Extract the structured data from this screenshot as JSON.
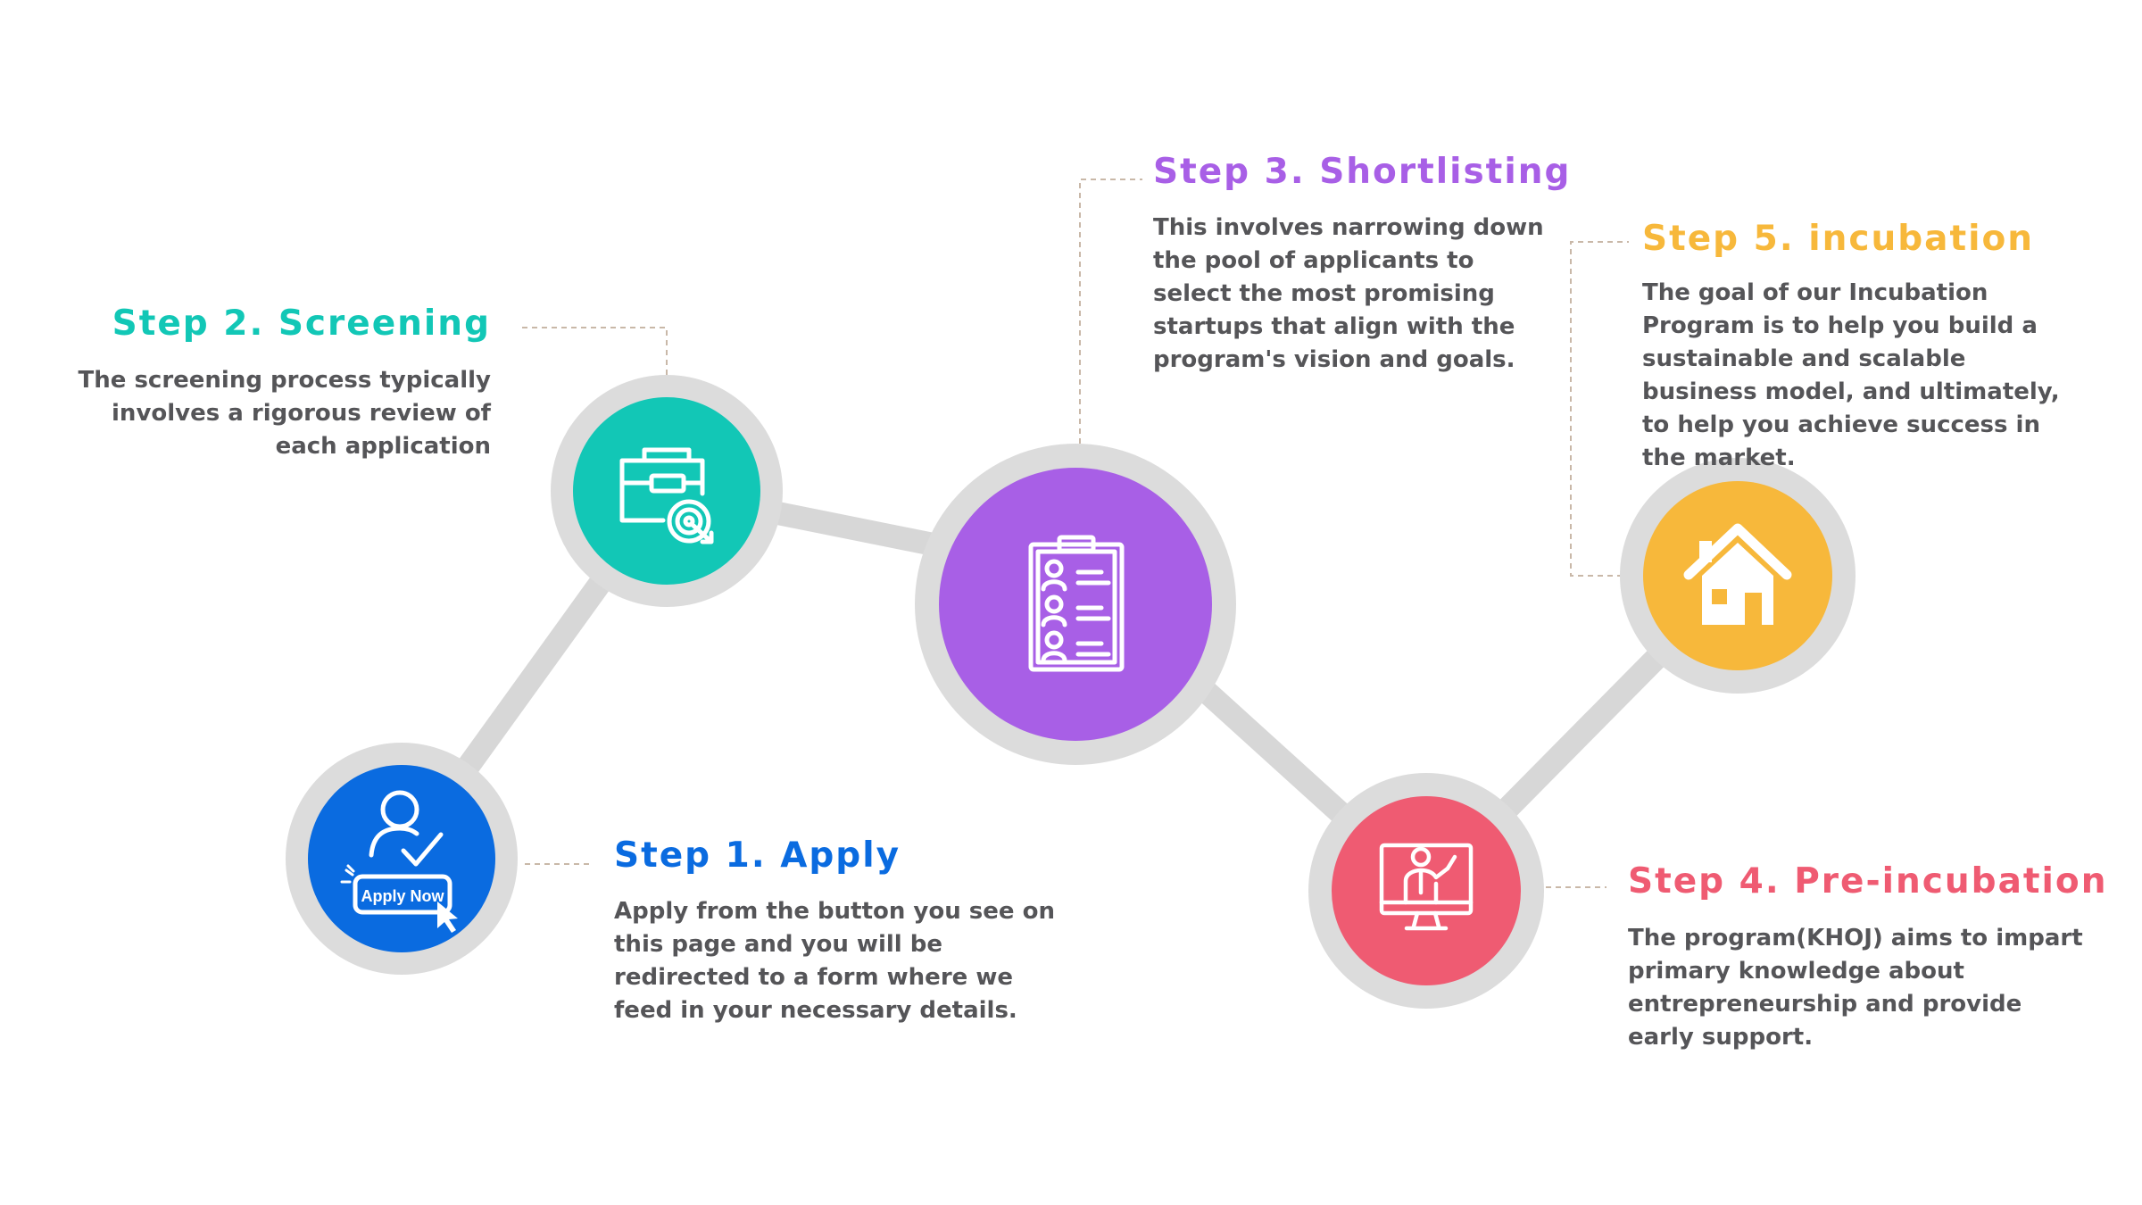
{
  "colors": {
    "step1": "#0a6be0",
    "step2": "#12c7b6",
    "step3": "#a85fe6",
    "step4": "#ef5b72",
    "step5": "#f7b83b",
    "ring": "#dcdcdc",
    "connector": "#d7d7d7",
    "leader": "#c9b8a8",
    "text": "#555558"
  },
  "steps": [
    {
      "title": "Step 1. Apply",
      "description": "Apply from the button you see on this page and you will be redirected to a form where we feed in your necessary details.",
      "icon": "user-check-apply-now-icon",
      "icon_label": "Apply Now"
    },
    {
      "title": "Step 2. Screening",
      "description": "The screening process typically involves a rigorous review of each application",
      "icon": "briefcase-target-icon"
    },
    {
      "title": "Step 3. Shortlisting",
      "description": "This involves narrowing down the pool of applicants to select the most promising startups that align with the program's vision and goals.",
      "icon": "clipboard-candidates-icon"
    },
    {
      "title": "Step 4. Pre-incubation",
      "description": "The program(KHOJ) aims to impart primary knowledge about entrepreneurship and provide early support.",
      "icon": "presenter-monitor-icon"
    },
    {
      "title": "Step 5. incubation",
      "description": "The goal of our Incubation Program is to help you build a sustainable and scalable business model, and ultimately, to help you achieve success in the market.",
      "icon": "house-icon"
    }
  ]
}
